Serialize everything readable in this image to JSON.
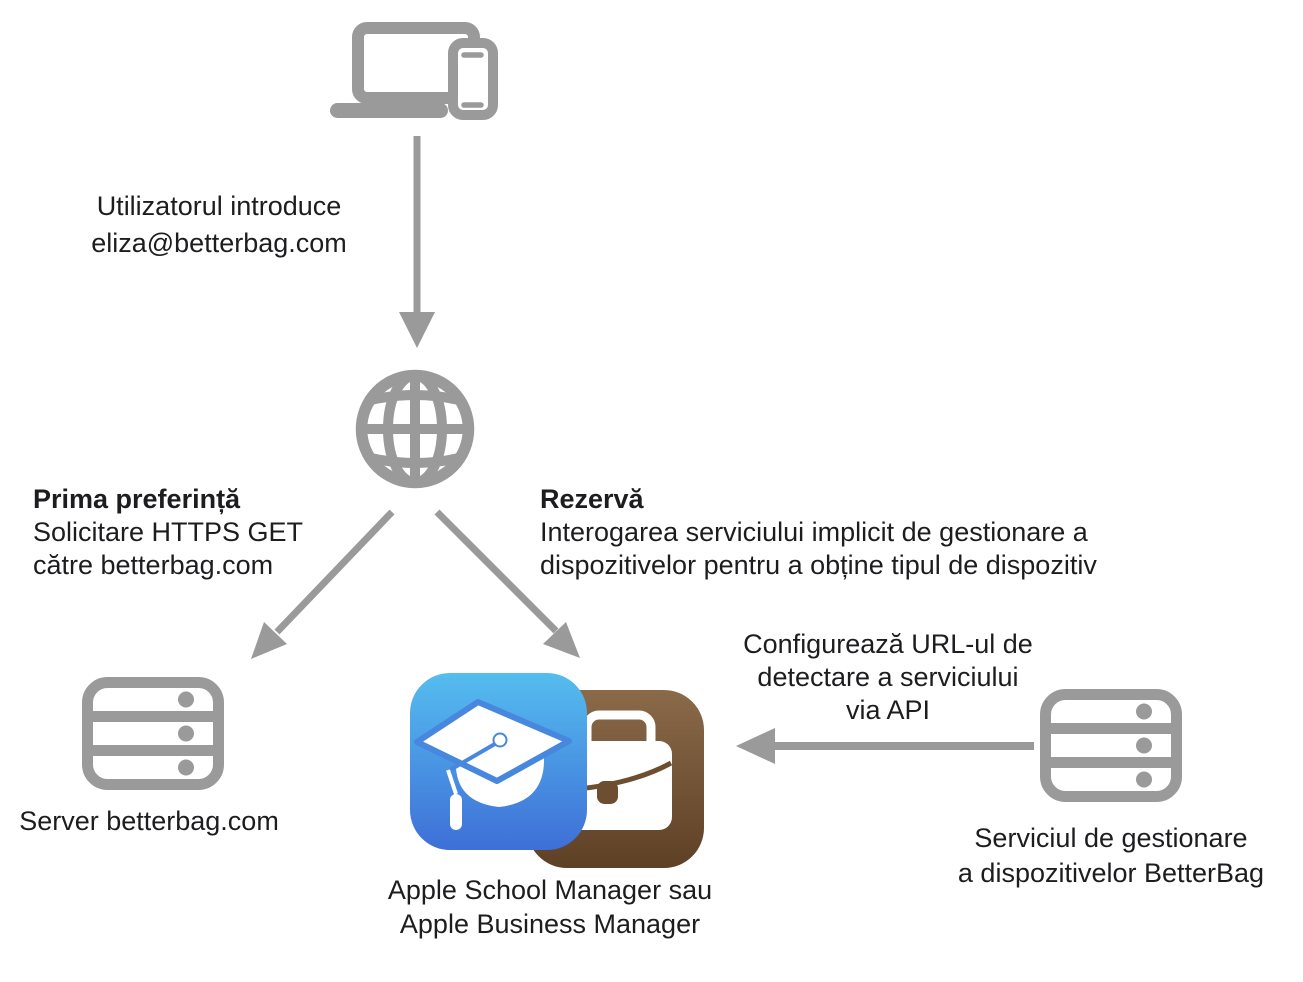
{
  "texts": {
    "user_entry": {
      "line1": "Utilizatorul introduce",
      "line2": "eliza@betterbag.com"
    },
    "first_preference": {
      "heading": "Prima preferință",
      "line1": "Solicitare HTTPS GET",
      "line2": "către betterbag.com"
    },
    "fallback": {
      "heading": "Rezervă",
      "line1": "Interogarea serviciului implicit de gestionare a",
      "line2": "dispozitivelor pentru a obține tipul de dispozitiv"
    },
    "server_left_label": "Server betterbag.com",
    "managers_label": {
      "line1": "Apple School Manager sau",
      "line2": "Apple Business Manager"
    },
    "configure_label": {
      "line1": "Configurează URL-ul de",
      "line2": "detectare a serviciului",
      "line3": "via API"
    },
    "mdm_label": {
      "line1": "Serviciul de gestionare",
      "line2": "a dispozitivelor BetterBag"
    }
  },
  "icons": {
    "devices": "laptop-and-iphone-icon",
    "network": "globe-icon",
    "server_left": "server-icon",
    "server_right": "server-icon",
    "asm": "apple-school-manager-icon",
    "abm": "apple-business-manager-icon"
  },
  "colors": {
    "icon_gray": "#9a9a9a",
    "text": "#1d1d1f",
    "asm_gradient_top": "#55bdef",
    "asm_gradient_bottom": "#3e6fd7",
    "abm_gradient_top": "#8a6a49",
    "abm_gradient_bottom": "#5e4026"
  }
}
